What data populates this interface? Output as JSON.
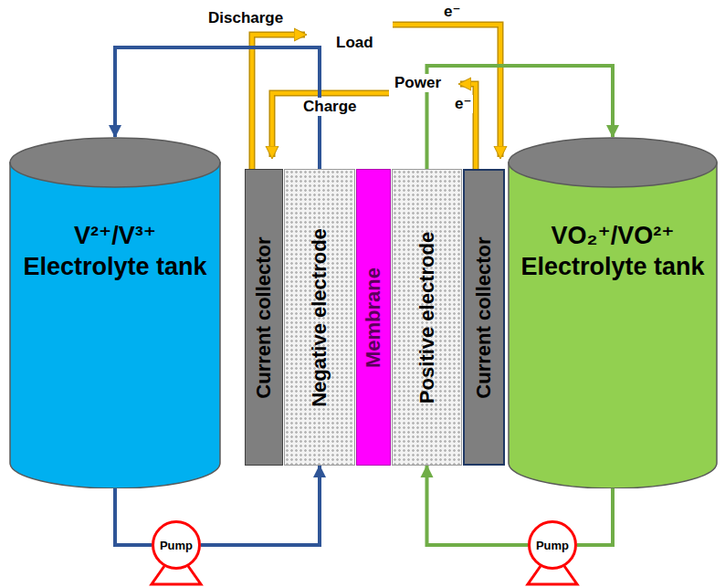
{
  "diagram": {
    "nodes": [
      {
        "text": [
          "V²⁺/V³⁺ Electrolyte tank"
        ]
      },
      {
        "text": [
          "Current collector"
        ]
      },
      {
        "text": [
          "Negative electrode"
        ]
      },
      {
        "text": [
          "Membrane"
        ]
      },
      {
        "text": [
          "Positive electrode"
        ]
      },
      {
        "text": [
          "Current collector"
        ]
      },
      {
        "text": [
          "VO₂⁺/VO²⁺ Electrolyte tank"
        ]
      },
      {
        "text": [
          "Pump"
        ]
      },
      {
        "text": [
          "Pump"
        ]
      }
    ],
    "edges": [
      {
        "from": 2,
        "to": 0,
        "arrow": "to"
      },
      {
        "from": 0,
        "to": 7,
        "arrow": "none"
      },
      {
        "from": 7,
        "to": 2,
        "arrow": "to"
      },
      {
        "from": 4,
        "to": 6,
        "arrow": "to"
      },
      {
        "from": 6,
        "to": 8,
        "arrow": "none"
      },
      {
        "from": 8,
        "to": 4,
        "arrow": "to"
      }
    ],
    "labels": [
      "Discharge",
      "Load",
      "e⁻",
      "Power",
      "Charge",
      "e⁻"
    ]
  }
}
